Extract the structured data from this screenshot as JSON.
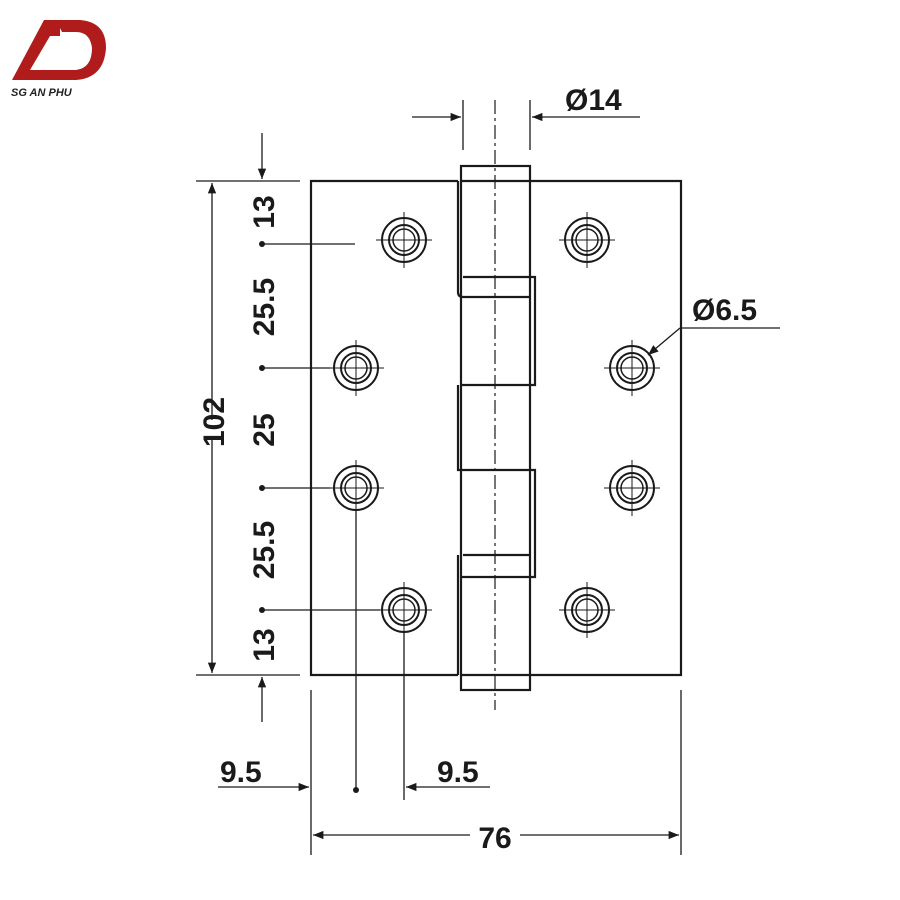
{
  "logo": {
    "text": "SG AN PHU",
    "color": "#b01c1c"
  },
  "dimensions": {
    "pin_diameter": "Ø14",
    "hole_diameter": "Ø6.5",
    "height_total": "102",
    "v_top_margin": "13",
    "v_spacing_1": "25.5",
    "v_spacing_2": "25",
    "v_spacing_3": "25.5",
    "v_bottom_margin": "13",
    "h_edge_left": "9.5",
    "h_hole_offset": "9.5",
    "width_total": "76"
  },
  "colors": {
    "line": "#1a1a1a"
  }
}
